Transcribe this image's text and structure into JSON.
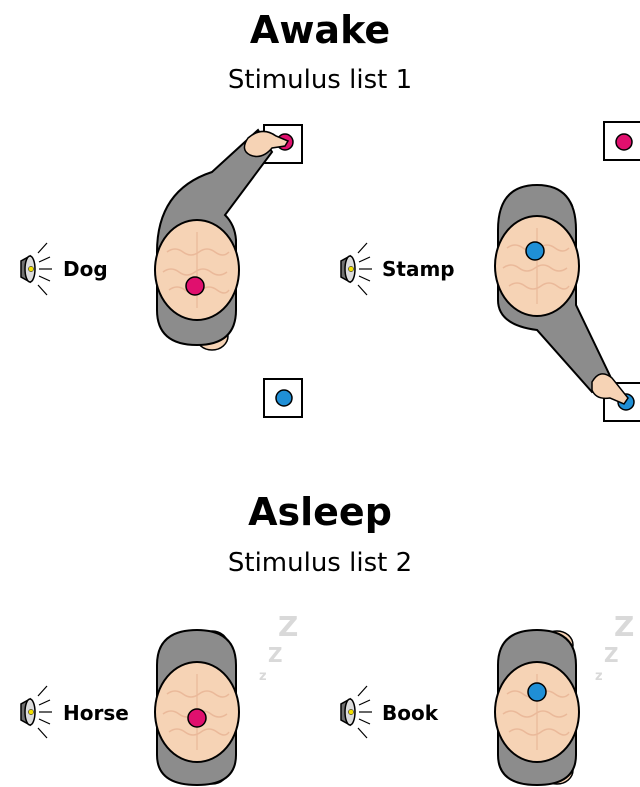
{
  "sections": [
    {
      "title": "Awake",
      "subtitle": "Stimulus list 1"
    },
    {
      "title": "Asleep",
      "subtitle": "Stimulus list 2"
    }
  ],
  "words": [
    "Dog",
    "Stamp",
    "Horse",
    "Book"
  ],
  "sleep_letters": [
    "Z",
    "Z",
    "z",
    "Z",
    "Z",
    "z"
  ],
  "colors": {
    "pink": "#e0106e",
    "blue": "#1f8fd6",
    "body_gray": "#8c8c8c",
    "skin": "#f6d3b5",
    "outline": "#000000"
  },
  "icons": [
    "speaker-icon",
    "target-square-icon",
    "sleep-z-icon"
  ]
}
